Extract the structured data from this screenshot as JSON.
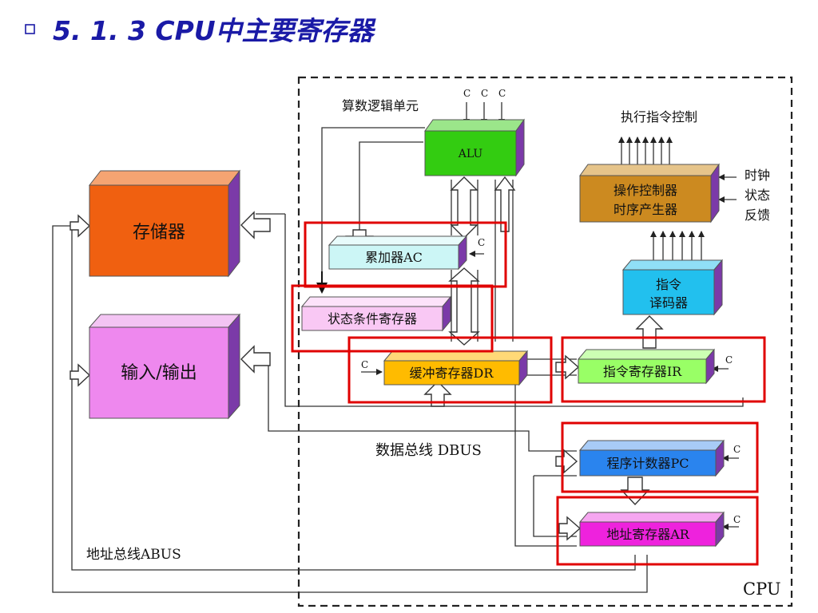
{
  "title": {
    "bullet_icon": "hollow-square",
    "text": "5. 1. 3 CPU中主要寄存器"
  },
  "diagram": {
    "cpu_label": "CPU",
    "alu_group_label": "算数逻辑单元",
    "control_out_label": "执行指令控制",
    "dbus_label": "数据总线 DBUS",
    "abus_label": "地址总线ABUS",
    "c_label": "C",
    "side_inputs": [
      "时钟",
      "状态",
      "反馈"
    ],
    "boxes": {
      "memory": "存储器",
      "io": "输入/输出",
      "alu": "ALU",
      "ac": "累加器AC",
      "psw": "状态条件寄存器",
      "dr": "缓冲寄存器DR",
      "ir": "指令寄存器IR",
      "decoder_line1": "指令",
      "decoder_line2": "译码器",
      "controller_line1": "操作控制器",
      "controller_line2": "时序产生器",
      "pc": "程序计数器PC",
      "ar": "地址寄存器AR"
    },
    "colors": {
      "memory": "#f06010",
      "io": "#ee88ee",
      "alu": "#33cc11",
      "ac": "#ccf6f6",
      "psw": "#f9c8f4",
      "dr": "#ffbb00",
      "ir": "#99ff66",
      "decoder": "#22c0ee",
      "controller": "#cc8a20",
      "pc": "#2a84ee",
      "ar": "#ee22dd",
      "highlight": "#e00000",
      "title": "#1a1aa6"
    }
  }
}
